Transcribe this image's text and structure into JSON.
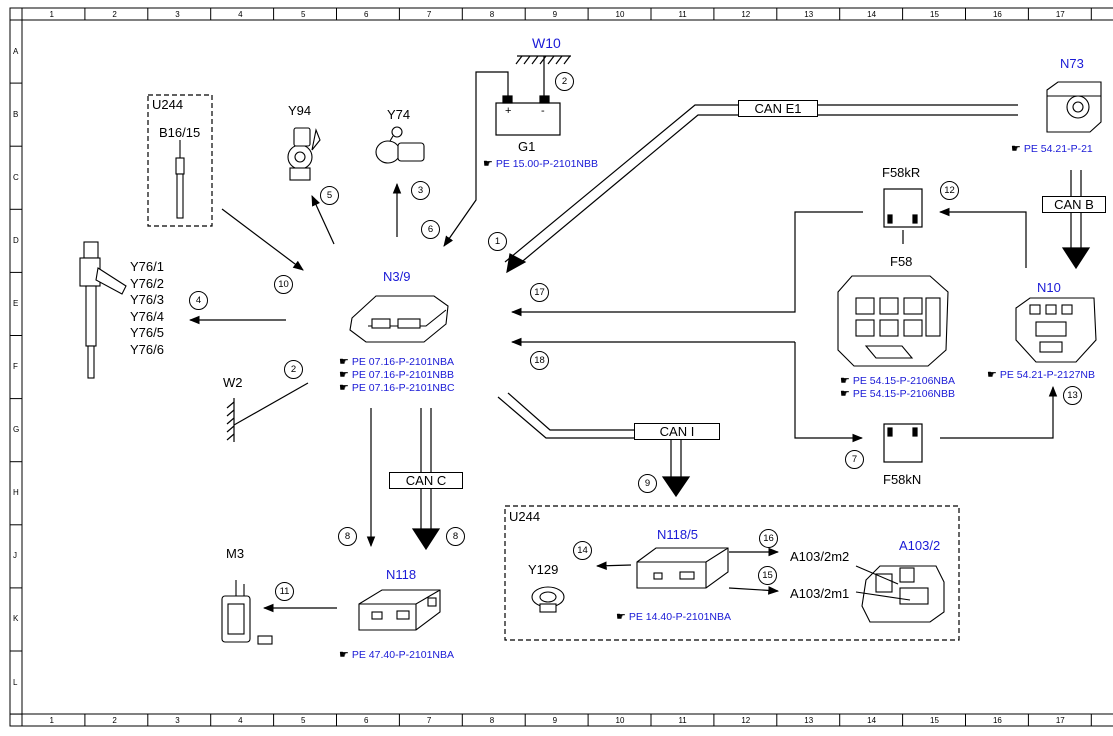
{
  "grid": {
    "columns": [
      "1",
      "2",
      "3",
      "4",
      "5",
      "6",
      "7",
      "8",
      "9",
      "10",
      "11",
      "12",
      "13",
      "14",
      "15",
      "16",
      "17"
    ],
    "rows": [
      "A",
      "B",
      "C",
      "D",
      "E",
      "F",
      "G",
      "H",
      "J",
      "K",
      "L"
    ]
  },
  "components": {
    "w10": "W10",
    "g1": "G1",
    "g1_plus": "+",
    "g1_minus": "-",
    "n73": "N73",
    "u244_top": "U244",
    "b16_15": "B16/15",
    "y94": "Y94",
    "y74": "Y74",
    "y76": [
      "Y76/1",
      "Y76/2",
      "Y76/3",
      "Y76/4",
      "Y76/5",
      "Y76/6"
    ],
    "n3_9": "N3/9",
    "w2": "W2",
    "f58kr": "F58kR",
    "f58": "F58",
    "n10": "N10",
    "f58kn": "F58kN",
    "m3": "M3",
    "n118": "N118",
    "u244_bottom": "U244",
    "n118_5": "N118/5",
    "y129": "Y129",
    "a103_2": "A103/2",
    "a103_2m2": "A103/2m2",
    "a103_2m1": "A103/2m1"
  },
  "buses": {
    "can_e1": "CAN E1",
    "can_b": "CAN B",
    "can_i": "CAN I",
    "can_c": "CAN C"
  },
  "references": {
    "g1": "PE 15.00-P-2101NBB",
    "n73": "PE 54.21-P-21",
    "n3_9": [
      "PE 07.16-P-2101NBA",
      "PE 07.16-P-2101NBB",
      "PE 07.16-P-2101NBC"
    ],
    "f58": [
      "PE 54.15-P-2106NBA",
      "PE 54.15-P-2106NBB"
    ],
    "n10": "PE 54.21-P-2127NB",
    "n118_5": "PE 14.40-P-2101NBA",
    "n118": "PE 47.40-P-2101NBA"
  },
  "connection_numbers": {
    "c1": "1",
    "c2_top": "2",
    "c2_bottom": "2",
    "c3": "3",
    "c4": "4",
    "c5": "5",
    "c6": "6",
    "c7": "7",
    "c8_left": "8",
    "c8_right": "8",
    "c9": "9",
    "c10": "10",
    "c11": "11",
    "c12": "12",
    "c13": "13",
    "c14": "14",
    "c15": "15",
    "c16": "16",
    "c17": "17",
    "c18": "18"
  }
}
